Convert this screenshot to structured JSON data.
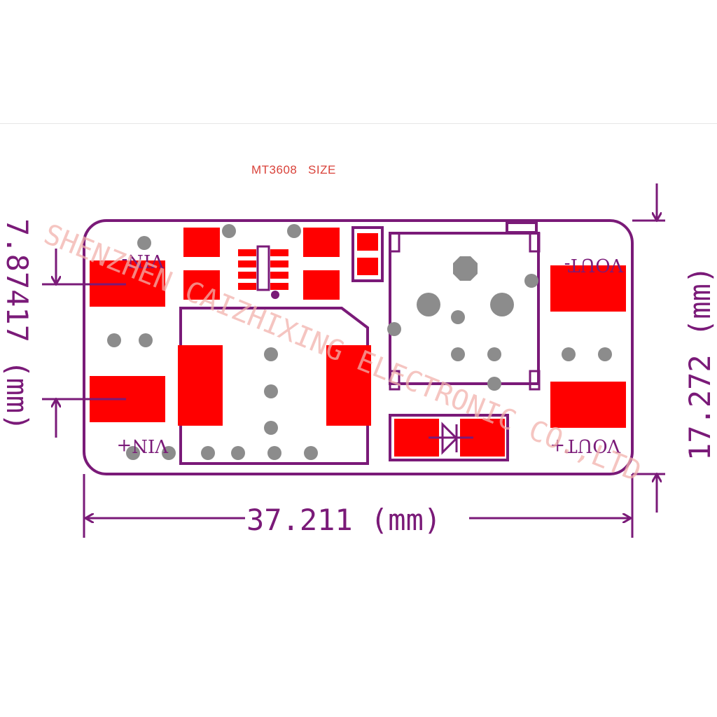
{
  "title": "MT3608   SIZE",
  "watermark": "SHENZHEN CAIZHIXING ELECTRONIC CO.,LTD",
  "board": {
    "labels": {
      "vin_minus": "VIN-",
      "vin_plus": "VIN+",
      "vout_minus": "VOUT-",
      "vout_plus": "VOUT+"
    }
  },
  "dimensions": {
    "width": "37.211 (mm)",
    "height": "17.272 (mm)",
    "pin_spacing": "7.87417 (mm)"
  },
  "colors": {
    "outline": "#7a1a78",
    "pad": "#ff0000",
    "via": "#8c8c8c",
    "title": "#d9423a",
    "watermark": "#f2b2ac"
  }
}
